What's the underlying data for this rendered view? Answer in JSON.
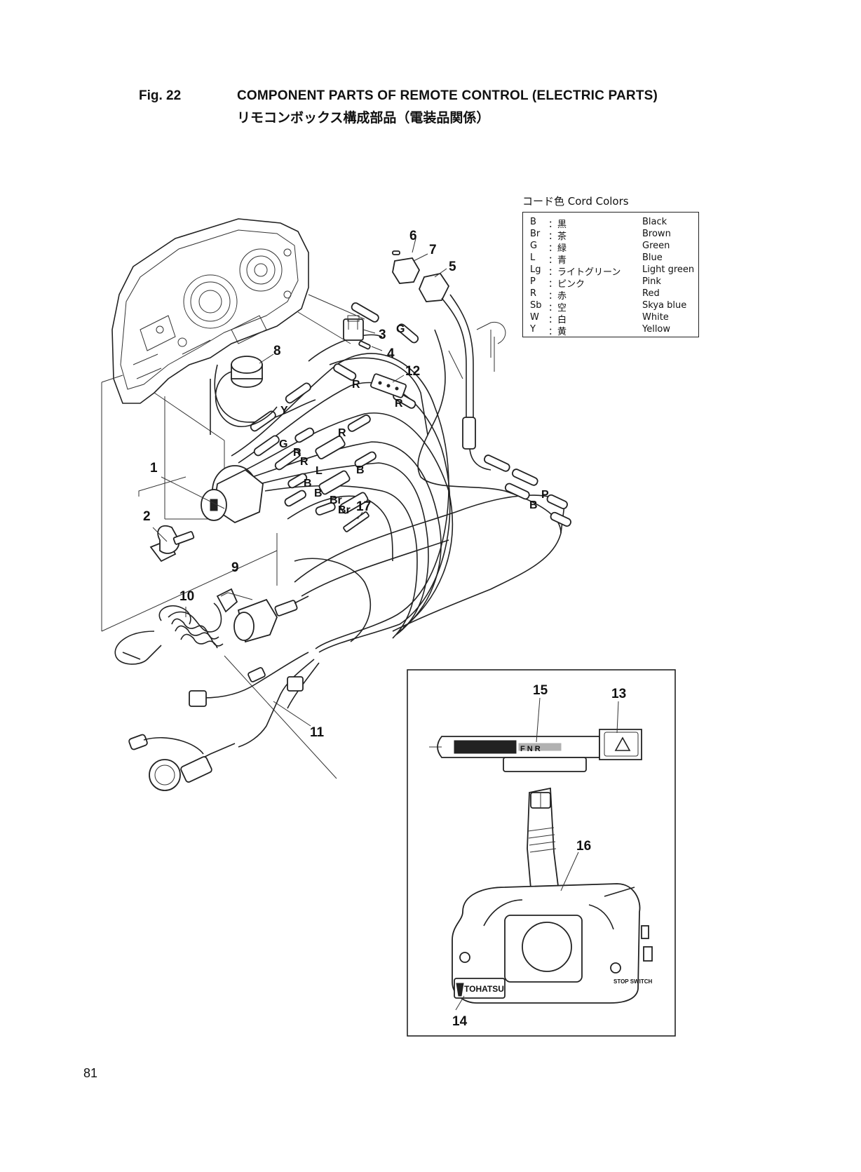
{
  "header": {
    "fig_no": "Fig. 22",
    "title_en": "COMPONENT PARTS OF REMOTE CONTROL (ELECTRIC PARTS)",
    "title_jp": "リモコンボックス構成部品（電装品関係）"
  },
  "cord_colors": {
    "title": "コード色 Cord Colors",
    "rows": [
      {
        "code": "B",
        "jp": "：黒",
        "en": "Black"
      },
      {
        "code": "Br",
        "jp": "：茶",
        "en": "Brown"
      },
      {
        "code": "G",
        "jp": "：緑",
        "en": "Green"
      },
      {
        "code": "L",
        "jp": "：青",
        "en": "Blue"
      },
      {
        "code": "Lg",
        "jp": "：ライトグリーン",
        "en": "Light green"
      },
      {
        "code": "P",
        "jp": "：ピンク",
        "en": "Pink"
      },
      {
        "code": "R",
        "jp": "：赤",
        "en": "Red"
      },
      {
        "code": "Sb",
        "jp": "：空",
        "en": "Skya blue"
      },
      {
        "code": "W",
        "jp": "：白",
        "en": "White"
      },
      {
        "code": "Y",
        "jp": "：黄",
        "en": "Yellow"
      }
    ]
  },
  "callouts": [
    "1",
    "2",
    "3",
    "4",
    "5",
    "6",
    "7",
    "8",
    "9",
    "10",
    "11",
    "12",
    "13",
    "14",
    "15",
    "16",
    "17"
  ],
  "wire_labels": [
    "G",
    "R",
    "R",
    "Y",
    "G",
    "R",
    "R",
    "R",
    "L",
    "B",
    "B",
    "B",
    "Br",
    "Br",
    "P",
    "B"
  ],
  "inset": {
    "shift_marks": "F N R",
    "brand": "TOHATSU",
    "switch_label": "STOP SWITCH"
  },
  "page_number": "81"
}
